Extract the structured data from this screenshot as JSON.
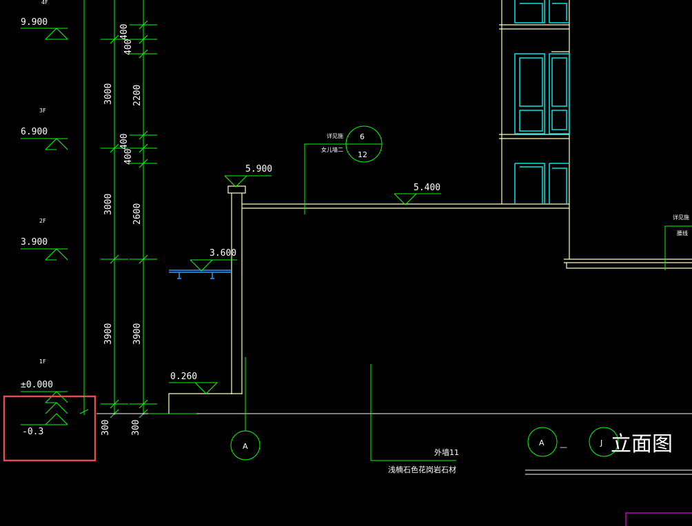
{
  "colors": {
    "background": "#000000",
    "dimension_lines": "#00ff00",
    "building_outline": "#ffffc0",
    "windows": "#00e5e5",
    "text": "#ffffff",
    "highlight_box": "#e05050",
    "frame_corner": "#c000c0"
  },
  "levels": {
    "floor_4": "4F",
    "elev_9900": "9.900",
    "floor_3": "3F",
    "elev_6900": "6.900",
    "floor_2": "2F",
    "elev_3900": "3.900",
    "floor_1": "1F",
    "elev_0000": "±0.000",
    "elev_minus03": "-0.3"
  },
  "dimensions": {
    "col1_3000_upper": "3000",
    "col1_3000_lower": "3000",
    "col1_3900": "3900",
    "col1_300": "300",
    "col2_400_a": "400",
    "col2_400_b": "400",
    "col2_2200": "2200",
    "col2_400_c": "400",
    "col2_400_d": "400",
    "col2_2600": "2600",
    "col2_3900": "3900",
    "col2_300": "300"
  },
  "drawing_elevations": {
    "e5900": "5.900",
    "e5400": "5.400",
    "e3600": "3.600",
    "e0260": "0.260"
  },
  "callouts": {
    "detail_top": "6",
    "detail_bottom": "12",
    "detail_note_1": "详见施",
    "detail_note_2": "女儿墙二",
    "right_note_1": "详见施",
    "right_note_2": "腰线",
    "material_code": "外墙11",
    "material_desc": "浅楠石色花岗岩石材"
  },
  "axes": {
    "axis_bubble_main": "A",
    "title_axis_start": "A",
    "title_dash": "—",
    "title_axis_end": "J",
    "title_text": "立面图"
  }
}
